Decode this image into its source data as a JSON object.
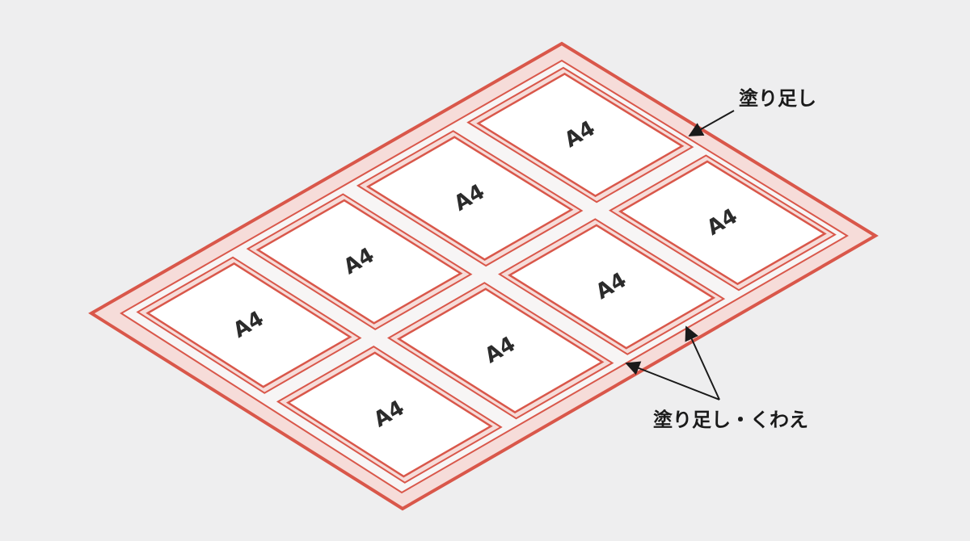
{
  "diagram": {
    "sheet_label": "A4",
    "sheet_count": 8,
    "grid": {
      "rows": 2,
      "cols": 4
    },
    "callouts": {
      "bleed": "塗り足し",
      "bleed_and_trim": "塗り足し・くわえ"
    },
    "colors": {
      "background": "#eeeeef",
      "outline": "#d9574a",
      "outer_band": "#f6dcd9",
      "sheet_fill": "#ffffff",
      "text": "#2b2b2b",
      "arrow": "#1a1a1a"
    }
  }
}
